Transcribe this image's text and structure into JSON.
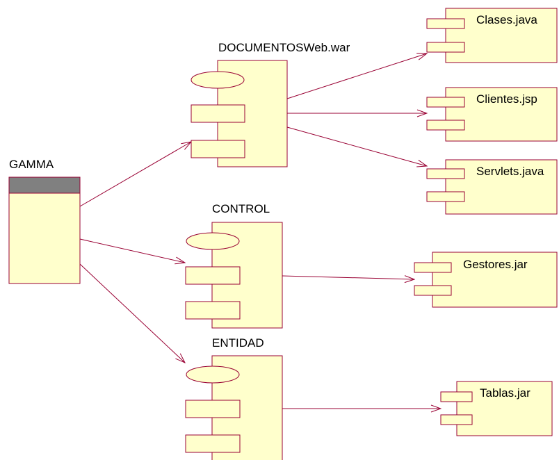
{
  "colors": {
    "fill": "#ffffcc",
    "stroke": "#990033",
    "header": "#808080",
    "text": "#000000"
  },
  "nodes": {
    "gamma": {
      "label": "GAMMA"
    },
    "documentos": {
      "label": "DOCUMENTOSWeb.war"
    },
    "control": {
      "label": "CONTROL"
    },
    "entidad": {
      "label": "ENTIDAD"
    },
    "clases": {
      "label": "Clases.java"
    },
    "clientes": {
      "label": "Clientes.jsp"
    },
    "servlets": {
      "label": "Servlets.java"
    },
    "gestores": {
      "label": "Gestores.jar"
    },
    "tablas": {
      "label": "Tablas.jar"
    }
  }
}
